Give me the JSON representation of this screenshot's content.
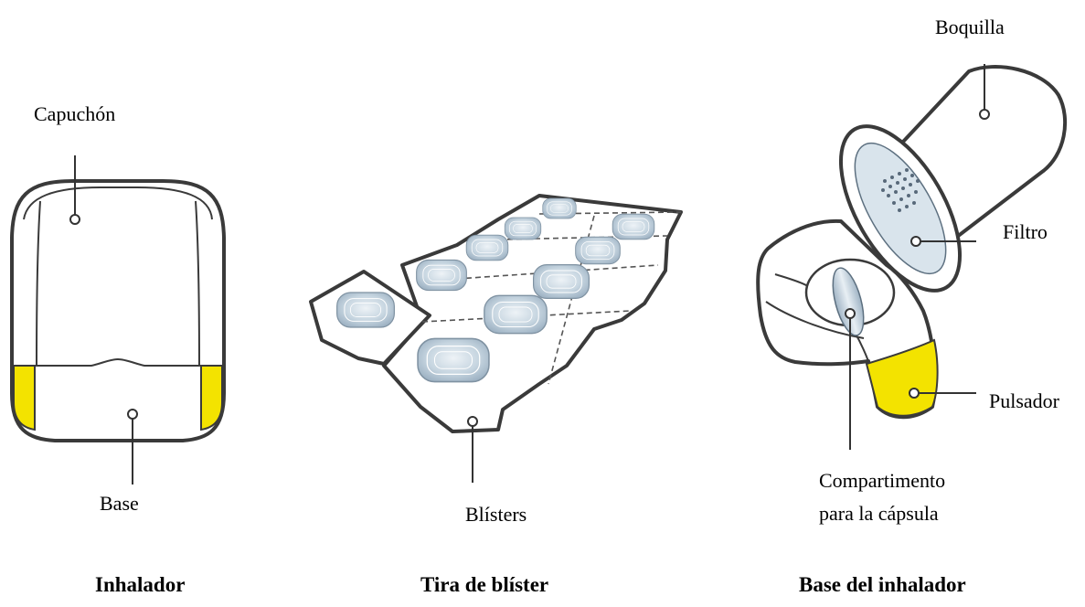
{
  "labels": {
    "capuchon": "Capuchón",
    "base": "Base",
    "blisters": "Blísters",
    "boquilla": "Boquilla",
    "filtro": "Filtro",
    "pulsador": "Pulsador",
    "compartimento_line1": "Compartimento",
    "compartimento_line2": "para la cápsula"
  },
  "titles": {
    "inhalador": "Inhalador",
    "tira": "Tira de blíster",
    "base_inhalador": "Base del inhalador"
  },
  "colors": {
    "accent_yellow": "#f3e300",
    "outline": "#3a3a3a",
    "blister_fill": "#b9cbd9"
  }
}
